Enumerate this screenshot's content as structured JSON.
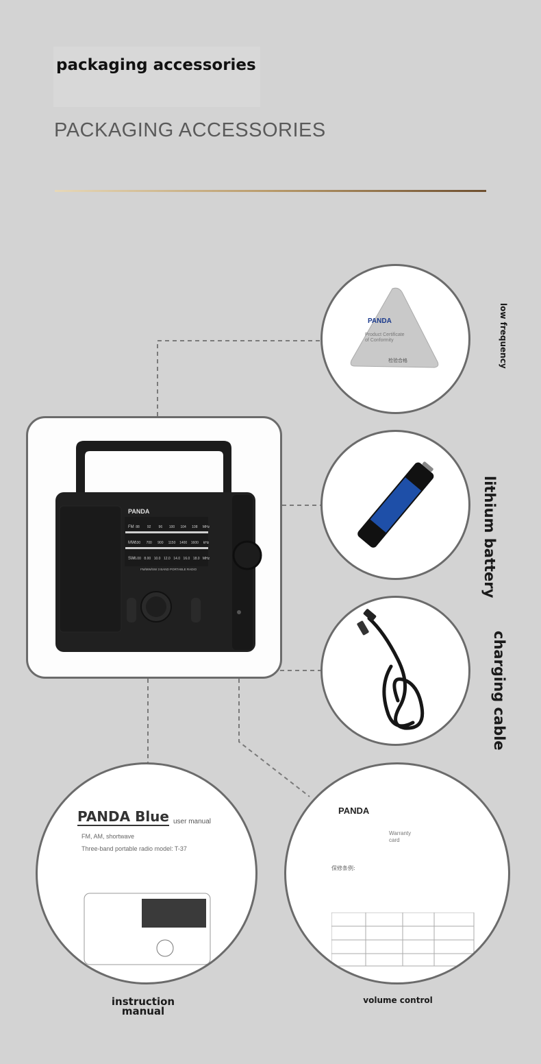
{
  "header": {
    "label": "packaging accessories",
    "title": "PACKAGING ACCESSORIES"
  },
  "labels": {
    "low_frequency": "low frequency",
    "lithium_battery_1": "lithium",
    "lithium_battery_2": "battery",
    "charging_cable_1": "charging",
    "charging_cable_2": "cable",
    "instruction_manual_1": "instruction",
    "instruction_manual_2": "manual",
    "volume_control": "volume control"
  },
  "radio": {
    "brand": "PANDA",
    "fm": "FM",
    "fm_ticks": [
      "88",
      "92",
      "96",
      "100",
      "104",
      "108",
      "MHz"
    ],
    "mw": "MW",
    "mw_ticks": [
      "530",
      "700",
      "900",
      "1150",
      "1400",
      "1600",
      "kHz"
    ],
    "sw": "SW",
    "sw_ticks": [
      "6.00",
      "8.00",
      "10.0",
      "12.0",
      "14.0",
      "16.0",
      "18.0",
      "MHz"
    ],
    "subtitle": "FM/MW/SW 3 BAND PORTABLE RADIO"
  },
  "certificate": {
    "brand": "PANDA",
    "line1": "Product Certificate",
    "line2": "of Conformity",
    "cn": "检验合格"
  },
  "manual": {
    "brand": "PANDA Blue",
    "subtitle": "user manual",
    "line1": "FM, AM, shortwave",
    "line2": "Three-band portable radio model: T-37"
  },
  "warranty": {
    "brand": "PANDA",
    "line1": "Warranty",
    "line2": "card",
    "section": "保修条例:"
  },
  "colors": {
    "background": "#d3d3d3",
    "border": "#6b6b6b",
    "gold_start": "#e7d8b8",
    "gold_end": "#6e4f2f"
  }
}
